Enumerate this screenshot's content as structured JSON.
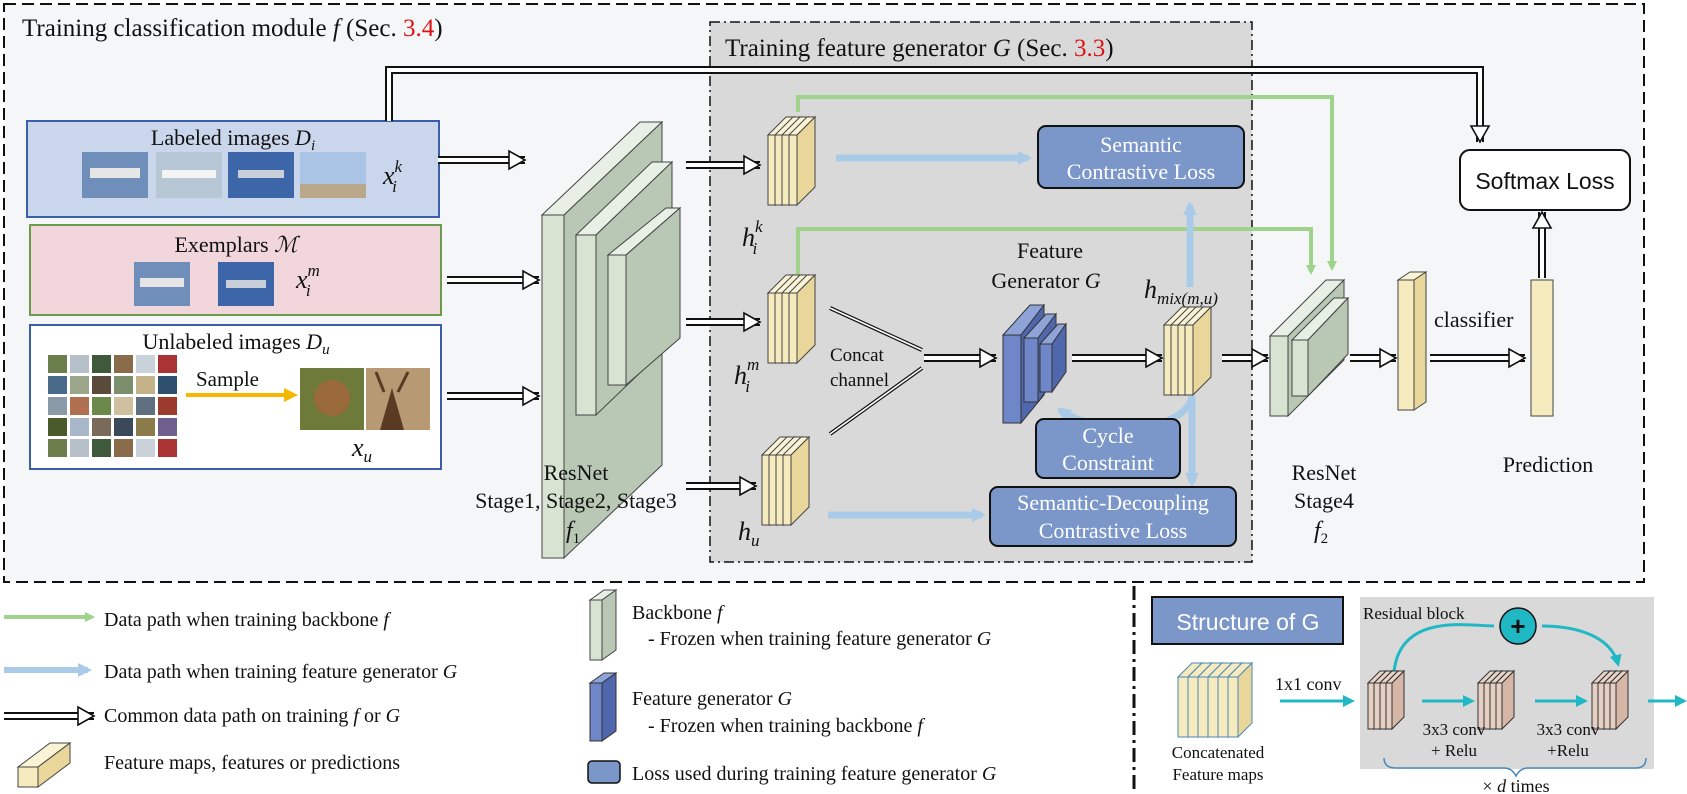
{
  "outer_title": {
    "text": "Training classification module ",
    "sym": "f",
    "sec_open": " (Sec. ",
    "sec_num": "3.4",
    "sec_close": ")"
  },
  "gen_title": {
    "text": "Training feature generator ",
    "sym": "G",
    "sec_open": "  (Sec. ",
    "sec_num": "3.3",
    "sec_close": ")"
  },
  "inputs": {
    "labeled": {
      "label": "Labeled images ",
      "sym": "D",
      "sub": "i",
      "var": "x",
      "var_sup": "k",
      "var_sub": "i"
    },
    "exemplars": {
      "label": "Exemplars ",
      "sym": "ℳ",
      "var": "x",
      "var_sup": "m",
      "var_sub": "i"
    },
    "unlabeled": {
      "label": "Unlabeled images ",
      "sym": "D",
      "sub": "u",
      "var": "x",
      "var_sub": "u",
      "sample": "Sample"
    }
  },
  "resnet1": {
    "l1": "ResNet",
    "l2": "Stage1, Stage2, Stage3",
    "sym": "f",
    "sub": "1"
  },
  "resnet2": {
    "l1": "ResNet",
    "l2": "Stage4",
    "sym": "f",
    "sub": "2"
  },
  "features": {
    "hk": {
      "sym": "h",
      "sup": "k",
      "sub": "i"
    },
    "hm": {
      "sym": "h",
      "sup": "m",
      "sub": "i"
    },
    "hu": {
      "sym": "h",
      "sub": "u"
    },
    "hmix": {
      "sym": "h",
      "sub": "mix(m,u)"
    }
  },
  "concat": {
    "l1": "Concat",
    "l2": "channel"
  },
  "generator": {
    "l1": "Feature",
    "l2": "Generator ",
    "sym": "G"
  },
  "losses": {
    "semantic": {
      "l1": "Semantic",
      "l2": "Contrastive Loss"
    },
    "cycle": {
      "l1": "Cycle",
      "l2": "Constraint"
    },
    "decoupling": {
      "l1": "Semantic-Decoupling",
      "l2": "Contrastive Loss"
    },
    "softmax": "Softmax Loss"
  },
  "classifier": "classifier",
  "prediction": "Prediction",
  "legend": {
    "green": {
      "text": "Data path when training backbone ",
      "sym": "f"
    },
    "blue": {
      "text": "Data path when training feature generator ",
      "sym": "G"
    },
    "common": {
      "text": "Common data path on training ",
      "sym1": "f",
      "mid": " or ",
      "sym2": "G"
    },
    "feature": "Feature maps, features or predictions",
    "backbone": {
      "l1": "Backbone ",
      "sym1": "f",
      "l2": "- Frozen when training feature generator ",
      "sym2": "G"
    },
    "fgen": {
      "l1": "Feature generator ",
      "sym1": "G",
      "l2": "- Frozen when training backbone ",
      "sym2": "f"
    },
    "loss": {
      "text": "Loss used during training feature generator ",
      "sym": "G"
    }
  },
  "structure": {
    "title": "Structure of G",
    "residual": "Residual block",
    "conv1": "1x1 conv",
    "conv3a": {
      "l1": "3x3 conv",
      "l2": "+ Relu"
    },
    "conv3b": {
      "l1": "3x3 conv",
      "l2": "+Relu"
    },
    "times_pre": "× ",
    "times_sym": "d",
    "times_post": " times",
    "concat_l1": "Concatenated",
    "concat_l2": "Feature maps"
  },
  "colors": {
    "green": "#9fd28a",
    "blue": "#a9cbe8",
    "loss_fill": "#7b96c9",
    "feat_fill": "#f6ebbe",
    "backbone_fill": "#d8e4d2",
    "gen_fill": "#6f87c8",
    "accent": "#1fb8c4",
    "red": "#dd1111"
  }
}
